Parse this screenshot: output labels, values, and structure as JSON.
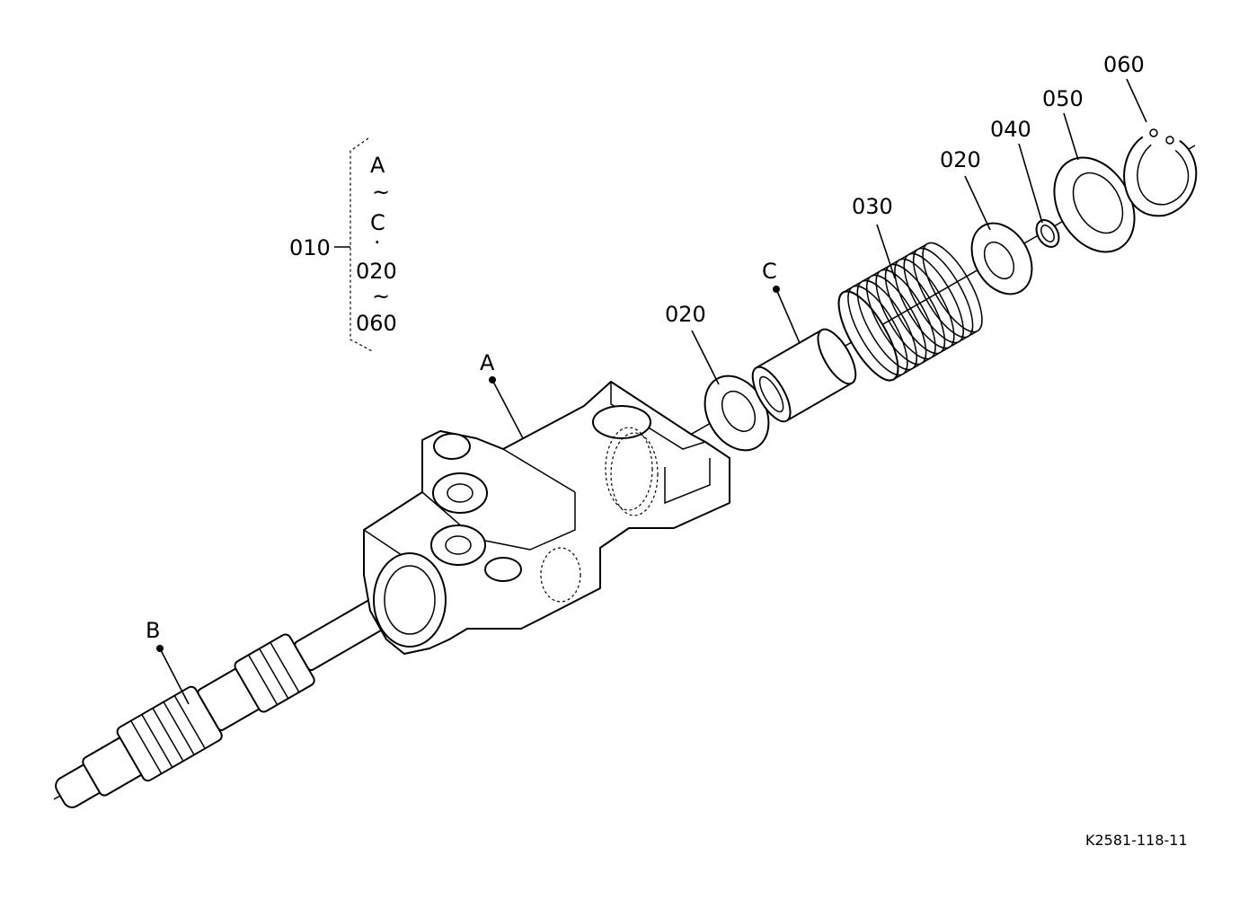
{
  "labels": {
    "assy": "010",
    "range_a": "A",
    "range_tilde1": "~",
    "range_c": "C",
    "range_dot": "·",
    "range_020": "020",
    "range_tilde2": "~",
    "range_060": "060",
    "part_a": "A",
    "part_b": "B",
    "part_c": "C",
    "washer_020_left": "020",
    "spring_030": "030",
    "washer_020_right": "020",
    "clip_040": "040",
    "washer_050": "050",
    "snap_ring_060": "060",
    "drawing_code": "K2581-118-11"
  }
}
